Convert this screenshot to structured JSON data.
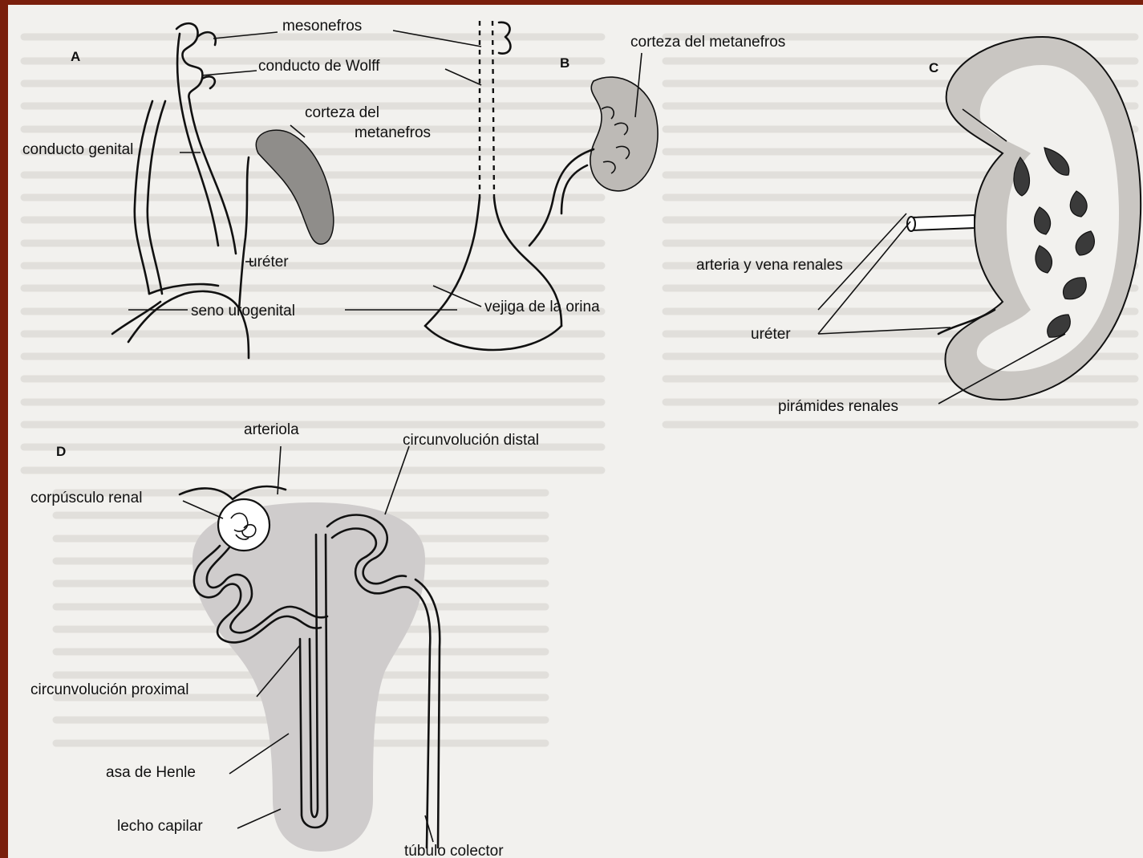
{
  "panels": {
    "a": "A",
    "b": "B",
    "c": "C",
    "d": "D"
  },
  "labels": {
    "mesonefros": "mesonefros",
    "conducto_wolff": "conducto de Wolff",
    "corteza_metanefros_b": "corteza del metanefros",
    "corteza_metanefros_a_line1": "corteza del",
    "corteza_metanefros_a_line2": "metanefros",
    "conducto_genital": "conducto genital",
    "ureter_a": "uréter",
    "seno_urogenital": "seno urogenital",
    "vejiga": "vejiga de la orina",
    "arteria_vena": "arteria y vena renales",
    "ureter_c": "uréter",
    "piramides": "pirámides renales",
    "arteriola": "arteriola",
    "circ_distal": "circunvolución distal",
    "corpusculo": "corpúsculo renal",
    "circ_proximal": "circunvolución proximal",
    "asa_henle": "asa de Henle",
    "lecho_capilar": "lecho capilar",
    "tubulo_colector": "túbulo colector"
  },
  "colors": {
    "background_frame": "#7a1f0c",
    "page": "#f2f1ee",
    "capillary_bed": "#cfcccc",
    "pyramid": "#3a3a3a"
  }
}
